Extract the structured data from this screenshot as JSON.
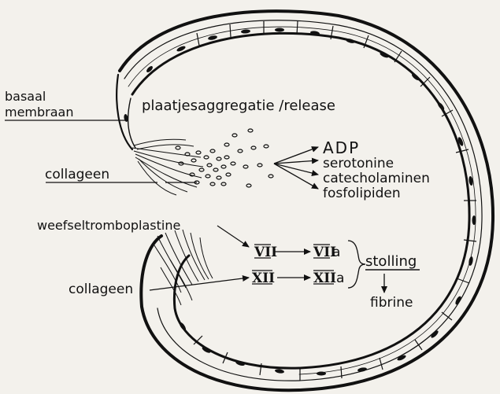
{
  "labels": {
    "basement_line1": "basaal",
    "basement_line2": "membraan",
    "aggregation": "plaatjesaggregatie /release",
    "collagen_upper": "collageen",
    "adp": "ADP",
    "serotonin": "serotonine",
    "catecholamines": "catecholaminen",
    "phospholipids": "fosfolipiden",
    "tissue_factor": "weefseltromboplastine",
    "collagen_lower": "collageen",
    "factor_vii": "VII",
    "factor_viia": "VII",
    "factor_viia_suffix": "a",
    "factor_xii": "XII",
    "factor_xiia": "XII",
    "factor_xiia_suffix": "a",
    "clotting": "stolling",
    "fibrin": "fibrine"
  },
  "colors": {
    "ink": "#111111",
    "paper": "#f3f1ec"
  }
}
